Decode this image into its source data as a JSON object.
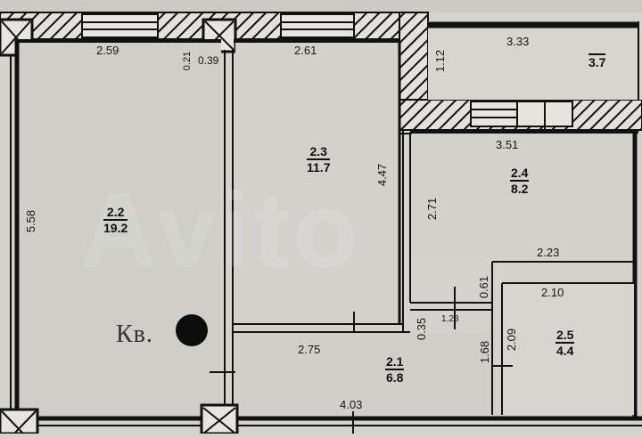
{
  "plan": {
    "apartment_label": "Кв.",
    "apartment_number_redacted": true,
    "watermark": "Avito"
  },
  "rooms": [
    {
      "id": "2.1",
      "area": "6.8"
    },
    {
      "id": "2.2",
      "area": "19.2"
    },
    {
      "id": "2.3",
      "area": "11.7"
    },
    {
      "id": "2.4",
      "area": "8.2"
    },
    {
      "id": "2.5",
      "area": "4.4"
    },
    {
      "id": "",
      "area": "3.7"
    }
  ],
  "dimensions": {
    "room22_top": "2.59",
    "room22_side": "5.58",
    "col_small_a": "0.21",
    "col_small_b": "0.39",
    "room23_top": "2.61",
    "room23_side": "4.47",
    "balcony_side": "1.12",
    "balcony_top": "3.33",
    "room24_top": "3.51",
    "room24_side": "2.71",
    "room25_outer_top": "2.23",
    "room25_top": "2.10",
    "room25_side": "2.09",
    "hall_top": "2.75",
    "hall_bottom": "4.03",
    "small_061": "0.61",
    "small_035": "0.35",
    "small_168": "1.68",
    "small_128": "1.28"
  }
}
